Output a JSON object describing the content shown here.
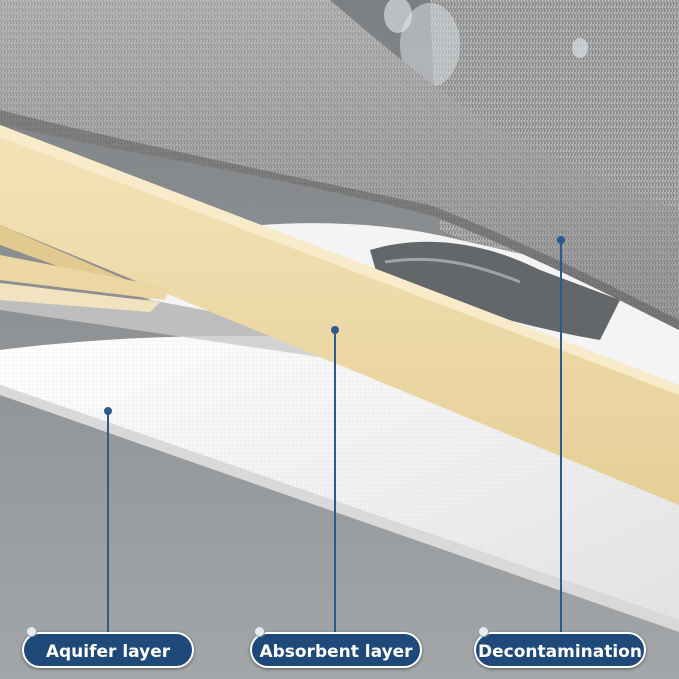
{
  "labels": {
    "aquifer": "Aquifer layer",
    "absorbent": "Absorbent layer",
    "decontamination": "Decontamination"
  },
  "colors": {
    "label_fill": "#1f4979",
    "label_border": "#ffffff",
    "leader_line": "#2c5a8c",
    "sponge": "#efd9a6",
    "microfiber": "#9b9b9b",
    "backing": "#f3f3f3"
  }
}
